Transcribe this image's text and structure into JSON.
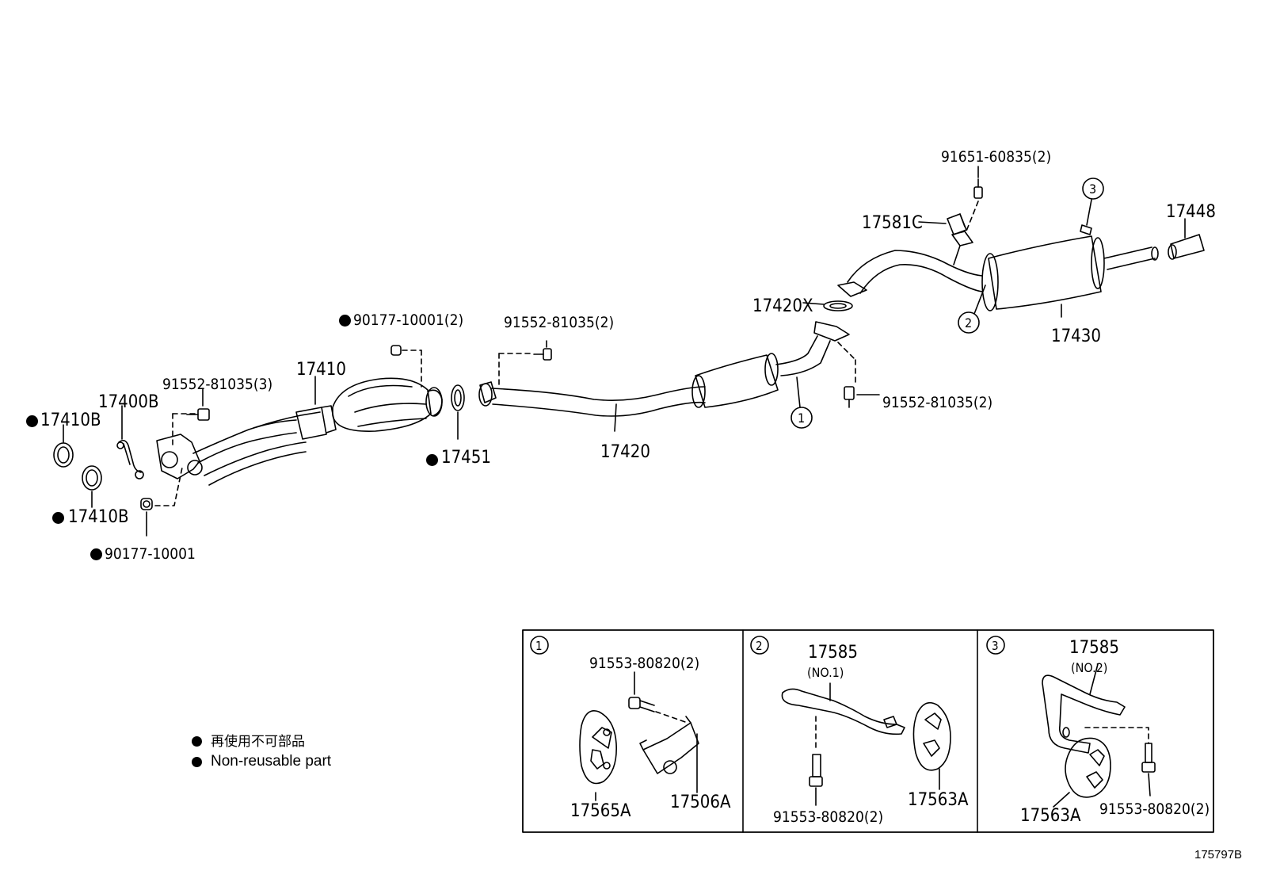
{
  "labels": {
    "p17410B_top": "17410B",
    "p17410B_bottom": "17410B",
    "p17400B": "17400B",
    "p91552_3": "91552-81035(3)",
    "p17410": "17410",
    "p90177_2": "90177-10001(2)",
    "p90177": "90177-10001",
    "p17451": "17451",
    "p91552_2_mid": "91552-81035(2)",
    "p17420": "17420",
    "p17420X": "17420X",
    "p91552_2_right": "91552-81035(2)",
    "p17581C": "17581C",
    "p91651": "91651-60835(2)",
    "p17448": "17448",
    "p17430": "17430",
    "callout1": "1",
    "callout2": "2",
    "callout3": "3"
  },
  "legend": {
    "jp": "再使用不可部品",
    "en": "Non-reusable part"
  },
  "panels": [
    {
      "num": "1",
      "bolt": "91553-80820(2)",
      "part_a": "17565A",
      "part_b": "17506A"
    },
    {
      "num": "2",
      "part_title": "17585",
      "part_sub": "(NO.1)",
      "bolt": "91553-80820(2)",
      "part_a": "17563A"
    },
    {
      "num": "3",
      "part_title": "17585",
      "part_sub": "(NO.2)",
      "bolt": "91553-80820(2)",
      "part_a": "17563A"
    }
  ],
  "diagram_code": "175797B",
  "colors": {
    "ink": "#000000",
    "paper": "#ffffff"
  }
}
